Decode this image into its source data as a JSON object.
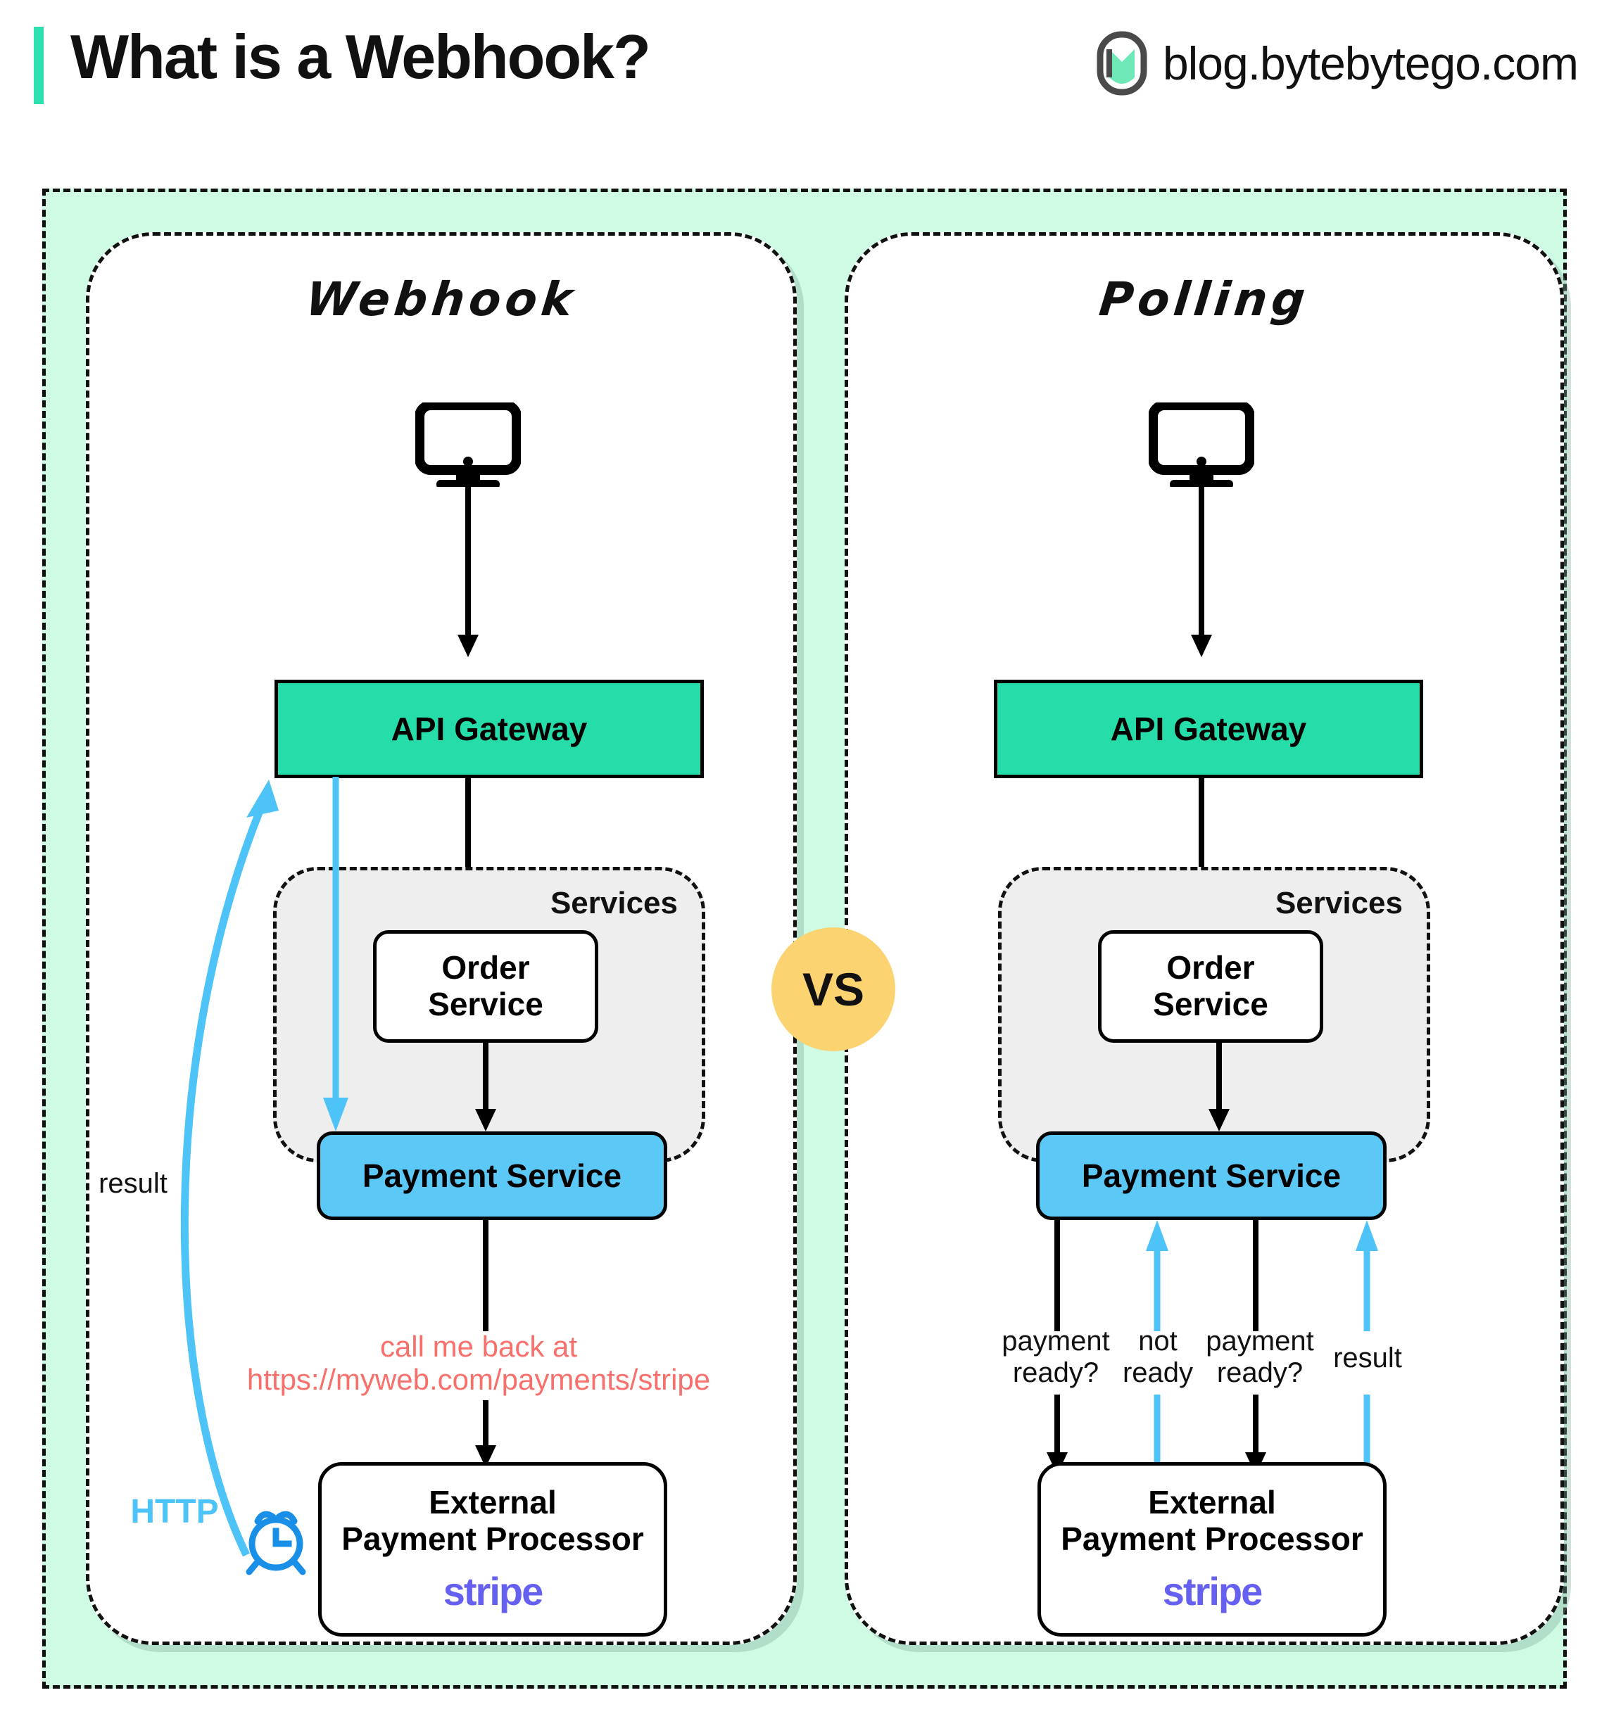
{
  "header": {
    "title": "What is a Webhook?",
    "brand": "blog.bytebytego.com",
    "accent_color": "#2EE0B0",
    "logo_icon": "bytebytego-logo-icon"
  },
  "diagram": {
    "background_color": "#CFFBE4",
    "vs_label": "VS",
    "vs_color": "#FBD370",
    "panels": [
      {
        "id": "webhook",
        "title": "Webhook",
        "client_icon": "desktop-monitor-icon",
        "api_gateway": {
          "label": "API Gateway",
          "color": "#26DDAA"
        },
        "services": {
          "label": "Services",
          "color": "#EEEEEE",
          "order_service": {
            "line1": "Order",
            "line2": "Service"
          },
          "payment_service": {
            "label": "Payment Service",
            "color": "#5BC8F5"
          }
        },
        "callback_note": {
          "line1": "call me back at",
          "line2": "https://myweb.com/payments/stripe",
          "color": "#F8706C"
        },
        "external": {
          "line1": "External",
          "line2": "Payment Processor",
          "vendor": "stripe",
          "vendor_color": "#6660F0"
        },
        "callout": {
          "protocol": "HTTP",
          "protocol_color": "#4EC3F7",
          "clock_icon": "alarm-clock-icon",
          "result_label": "result"
        }
      },
      {
        "id": "polling",
        "title": "Polling",
        "client_icon": "desktop-monitor-icon",
        "api_gateway": {
          "label": "API Gateway",
          "color": "#26DDAA"
        },
        "services": {
          "label": "Services",
          "color": "#EEEEEE",
          "order_service": {
            "line1": "Order",
            "line2": "Service"
          },
          "payment_service": {
            "label": "Payment Service",
            "color": "#5BC8F5"
          }
        },
        "external": {
          "line1": "External",
          "line2": "Payment Processor",
          "vendor": "stripe",
          "vendor_color": "#6660F0"
        },
        "poll_labels": [
          {
            "line1": "payment",
            "line2": "ready?",
            "direction": "down",
            "color": "#000000"
          },
          {
            "line1": "not",
            "line2": "ready",
            "direction": "up",
            "color": "#4EC3F7"
          },
          {
            "line1": "payment",
            "line2": "ready?",
            "direction": "down",
            "color": "#000000"
          },
          {
            "line1": "result",
            "line2": "",
            "direction": "up",
            "color": "#4EC3F7"
          }
        ]
      }
    ]
  }
}
